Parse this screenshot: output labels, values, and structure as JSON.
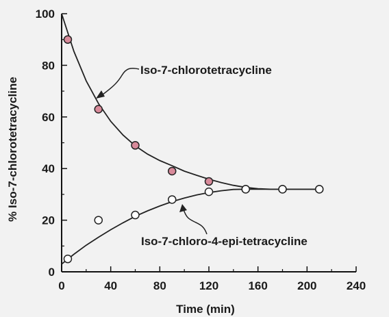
{
  "chart_data": {
    "type": "scatter",
    "title": "",
    "xlabel": "Time (min)",
    "ylabel": "% Iso-7-chlorotetracycline",
    "xlim": [
      0,
      240
    ],
    "ylim": [
      0,
      100
    ],
    "xticks": [
      0,
      40,
      80,
      120,
      160,
      200,
      240
    ],
    "yticks": [
      0,
      20,
      40,
      60,
      80,
      100
    ],
    "grid": false,
    "series": [
      {
        "name": "Iso-7-chlorotetracycline",
        "marker": "filled-circle",
        "marker_color": "#d88a9a",
        "x": [
          5,
          30,
          60,
          90,
          120,
          150,
          180,
          210
        ],
        "y": [
          90,
          63,
          49,
          39,
          35,
          32,
          32,
          32
        ],
        "curve_x": [
          0,
          10,
          20,
          30,
          40,
          50,
          60,
          70,
          80,
          90,
          100,
          110,
          120,
          130,
          140,
          150,
          160,
          170,
          180,
          190,
          200,
          210
        ],
        "curve_y": [
          100,
          85.4,
          74.0,
          65.2,
          58.3,
          53.0,
          48.8,
          45.6,
          43.1,
          41.1,
          39.0,
          37.4,
          35.9,
          34.6,
          33.5,
          32.7,
          32.2,
          32.0,
          32.0,
          32.0,
          32.0,
          32.0
        ]
      },
      {
        "name": "Iso-7-chloro-4-epi-tetracycline",
        "marker": "open-circle",
        "marker_color": "#ffffff",
        "x": [
          5,
          30,
          60,
          90,
          120,
          150,
          180,
          210
        ],
        "y": [
          5,
          20,
          22,
          28,
          31,
          32,
          32,
          32
        ],
        "curve_x": [
          0,
          10,
          20,
          30,
          40,
          50,
          60,
          70,
          80,
          90,
          100,
          110,
          120,
          130,
          140,
          150,
          160,
          170,
          180,
          190,
          200,
          210
        ],
        "curve_y": [
          3,
          6.8,
          10.3,
          13.4,
          16.3,
          19.0,
          21.5,
          23.6,
          25.5,
          27.2,
          28.6,
          29.8,
          30.7,
          31.4,
          31.9,
          32.0,
          32.0,
          32.0,
          32.0,
          32.0,
          32.0,
          32.0
        ]
      }
    ],
    "annotations": [
      {
        "text": "Iso-7-chlorotetracycline",
        "series": 0
      },
      {
        "text": "Iso-7-chloro-4-epi-tetracycline",
        "series": 1
      }
    ]
  }
}
